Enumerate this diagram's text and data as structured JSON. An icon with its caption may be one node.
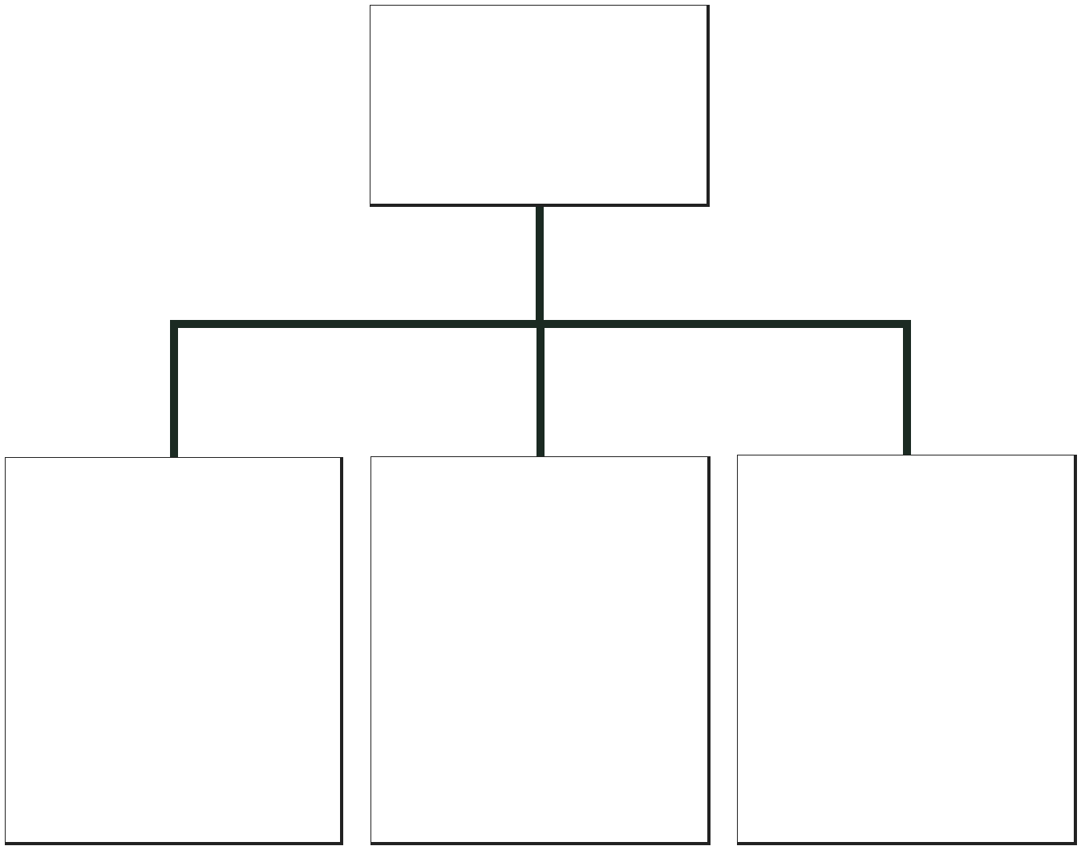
{
  "diagram": {
    "nodes": [
      {
        "text": [],
        "shape": "box"
      },
      {
        "text": [],
        "shape": "box"
      },
      {
        "text": [],
        "shape": "box"
      },
      {
        "text": [],
        "shape": "box"
      }
    ],
    "edges": [
      {
        "from": 0,
        "to": 1,
        "arrow": "none"
      },
      {
        "from": 0,
        "to": 2,
        "arrow": "none"
      },
      {
        "from": 0,
        "to": 3,
        "arrow": "none"
      }
    ]
  }
}
